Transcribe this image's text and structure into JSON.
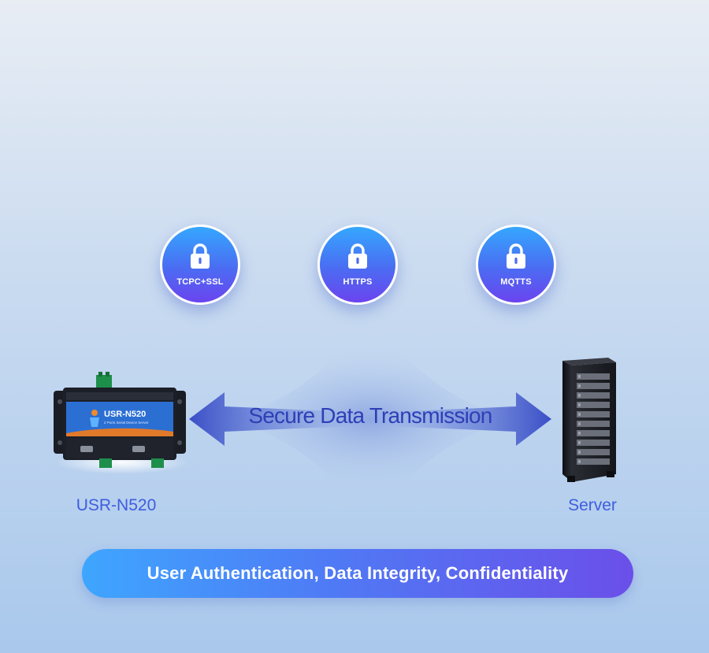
{
  "protocols": [
    {
      "label": "TCPC+SSL",
      "icon": "lock-icon"
    },
    {
      "label": "HTTPS",
      "icon": "lock-icon"
    },
    {
      "label": "MQTTS",
      "icon": "lock-icon"
    }
  ],
  "transmission": {
    "label": "Secure Data Transmission",
    "arrow_color": "#3b4fc7"
  },
  "device": {
    "caption": "USR-N520",
    "panel_brand": "USR-N520",
    "panel_subtitle": "2 Ports Serial Device Server",
    "panel_color": "#2b6fd3"
  },
  "server": {
    "caption": "Server"
  },
  "banner": {
    "text": "User Authentication, Data Integrity, Confidentiality"
  },
  "colors": {
    "accent_blue": "#3f5de0",
    "circle_top": "#35a7ff",
    "circle_bottom": "#6b44ef"
  }
}
